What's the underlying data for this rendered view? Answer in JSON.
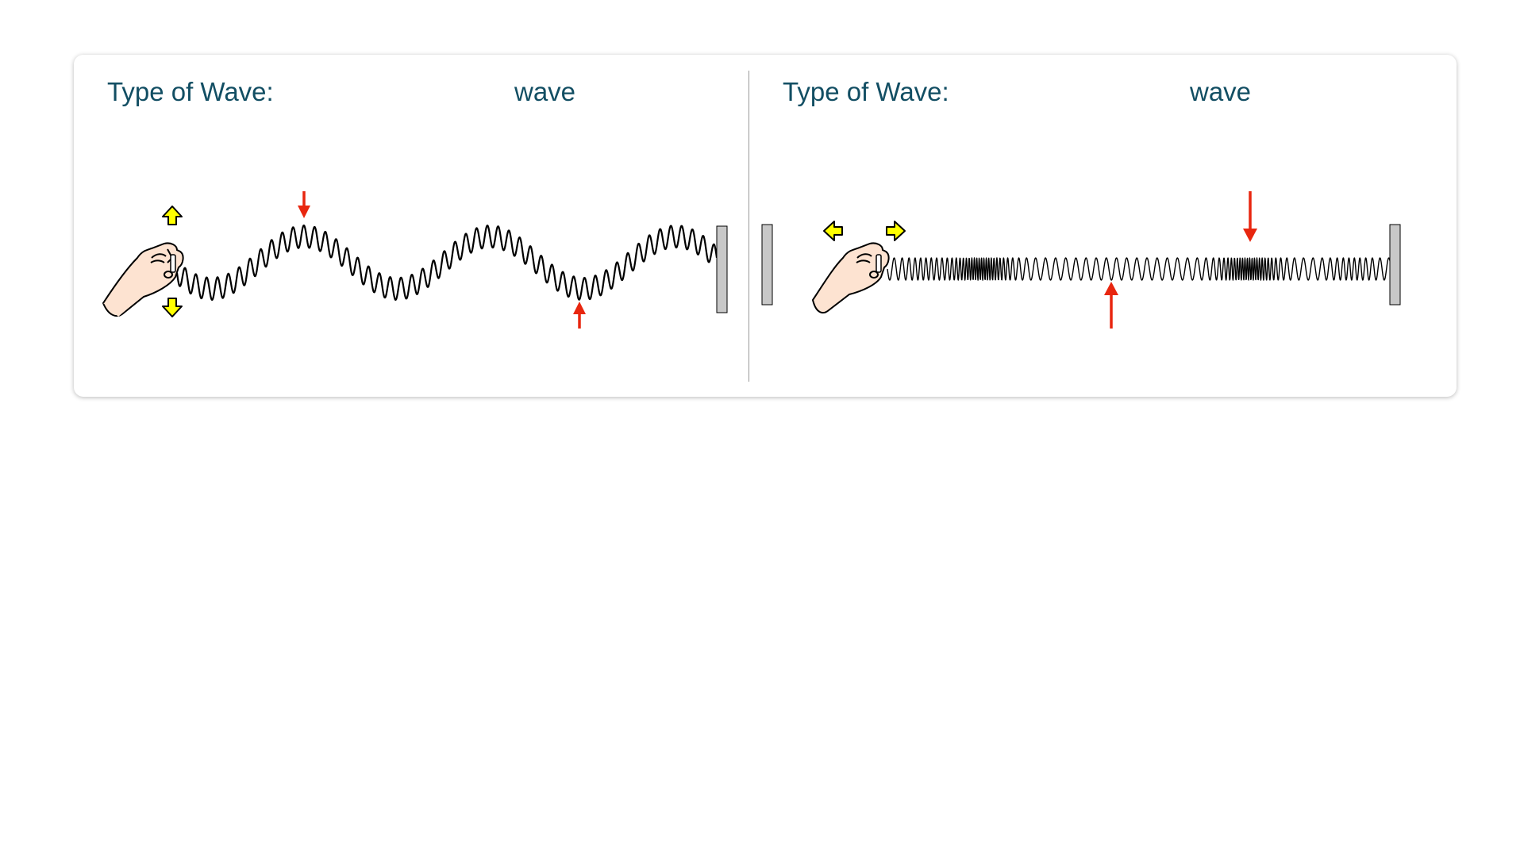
{
  "panels": [
    {
      "id": "transverse",
      "label": "Type of Wave:",
      "blank_text": "wave",
      "motion": "up-down",
      "colors": {
        "arrow_motion": "#ffff00",
        "arrow_marker": "#e8260f",
        "wave": "#000000",
        "wall": "#c8c8c8",
        "hand": "#fde3d1"
      }
    },
    {
      "id": "longitudinal",
      "label": "Type of Wave:",
      "blank_text": "wave",
      "motion": "left-right",
      "colors": {
        "arrow_motion": "#ffff00",
        "arrow_marker": "#e8260f",
        "wave": "#000000",
        "wall": "#c8c8c8",
        "hand": "#fde3d1"
      }
    }
  ]
}
